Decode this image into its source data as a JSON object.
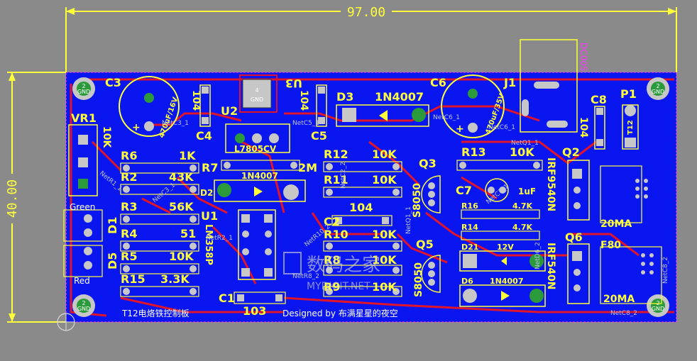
{
  "dimensions": {
    "width": "97.00",
    "height": "40.00"
  },
  "components": {
    "C3": "C3",
    "C4": "C4",
    "C5": "C5",
    "C6": "C6",
    "C8": "C8",
    "C7": "C7",
    "C2": "C2",
    "C1": "C1",
    "U2": "U2",
    "U3": "U3",
    "U1": "U1",
    "J1": "J1",
    "P1": "P1",
    "VR1": "VR1",
    "D1": "D1",
    "D2": "D2",
    "D3": "D3",
    "D5": "D5",
    "D6": "D6",
    "D21": "D21",
    "Q2": "Q2",
    "Q3": "Q3",
    "Q5": "Q5",
    "Q6": "Q6",
    "R2": "R2",
    "R3": "R3",
    "R4": "R4",
    "R5": "R5",
    "R6": "R6",
    "R7": "R7",
    "R8": "R8",
    "R9": "R9",
    "R10": "R10",
    "R11": "R11",
    "R12": "R12",
    "R13": "R13",
    "R14": "R14",
    "R15": "R15",
    "R16": "R16"
  },
  "values": {
    "c3": "470uF/16V",
    "c4": "104",
    "c5": "104",
    "c6": "470uF/35V",
    "c8": "104",
    "c1": "103",
    "c2": "104",
    "c7": "1uF",
    "u2": "L7805CV",
    "u1": "LM358P",
    "d3": "1N4007",
    "d2": "1N4007",
    "d6": "1N4007",
    "r6": "1K",
    "r2": "43K",
    "r3": "56K",
    "r4": "51",
    "r5": "10K",
    "r15": "3.3K",
    "r7": "2M",
    "r12": "10K",
    "r11": "10K",
    "r10": "10K",
    "r8": "10K",
    "r9": "10K",
    "r13": "10K",
    "r16": "4.7K",
    "r14": "4.7K",
    "d21": "12V",
    "q3": "S8050",
    "q5": "S8050",
    "q2": "IRF9540N",
    "q6": "IRF540N",
    "vr1": "10K",
    "j1": "DC005",
    "f_top": "20MA",
    "f_bot": "20MA",
    "f80": "F80",
    "d1_green": "Green",
    "d5_red": "Red",
    "p1_pin": "T12",
    "gnd": "GND"
  },
  "footer": {
    "board_name": "T12电烙铁控制板",
    "designer": "Designed by 布满星星的夜空"
  },
  "nets": [
    "NetC3_1",
    "NetC5_1",
    "NetC6_1",
    "NetC6_1",
    "NetQ1_1",
    "NetR1_1",
    "NetC3_1",
    "NetR10_2",
    "NetC2_2",
    "NetR2_1",
    "NetC7_1",
    "NetR8_2",
    "NetC8_2",
    "NetC8_2",
    "NetQ1_1",
    "NetD6_2"
  ],
  "watermark": {
    "text": "数码之家",
    "sub": "MYDIGIT.NET"
  },
  "colors": {
    "board": "#0a16f0",
    "silk": "#ffff3a",
    "trace": "#e0142a",
    "pad": "#c7c7c7",
    "pad_green": "#2a9a3a",
    "dim": "#ffff3a"
  }
}
